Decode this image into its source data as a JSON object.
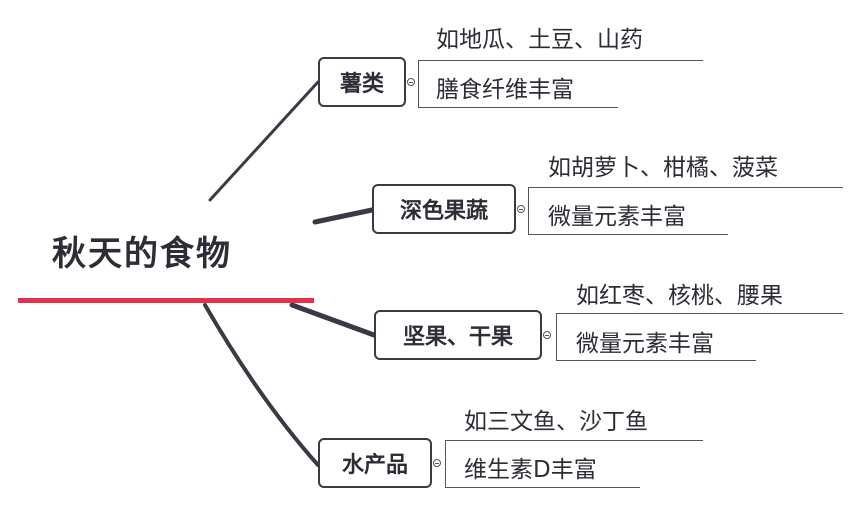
{
  "root": {
    "title": "秋天的食物",
    "accent": "#e8304a"
  },
  "branches": [
    {
      "label": "薯类",
      "items": [
        "如地瓜、土豆、山药",
        "膳食纤维丰富"
      ]
    },
    {
      "label": "深色果蔬",
      "items": [
        "如胡萝卜、柑橘、菠菜",
        "微量元素丰富"
      ]
    },
    {
      "label": "坚果、干果",
      "items": [
        "如红枣、核桃、腰果",
        "微量元素丰富"
      ]
    },
    {
      "label": "水产品",
      "items": [
        "如三文鱼、沙丁鱼",
        "维生素D丰富"
      ]
    }
  ]
}
